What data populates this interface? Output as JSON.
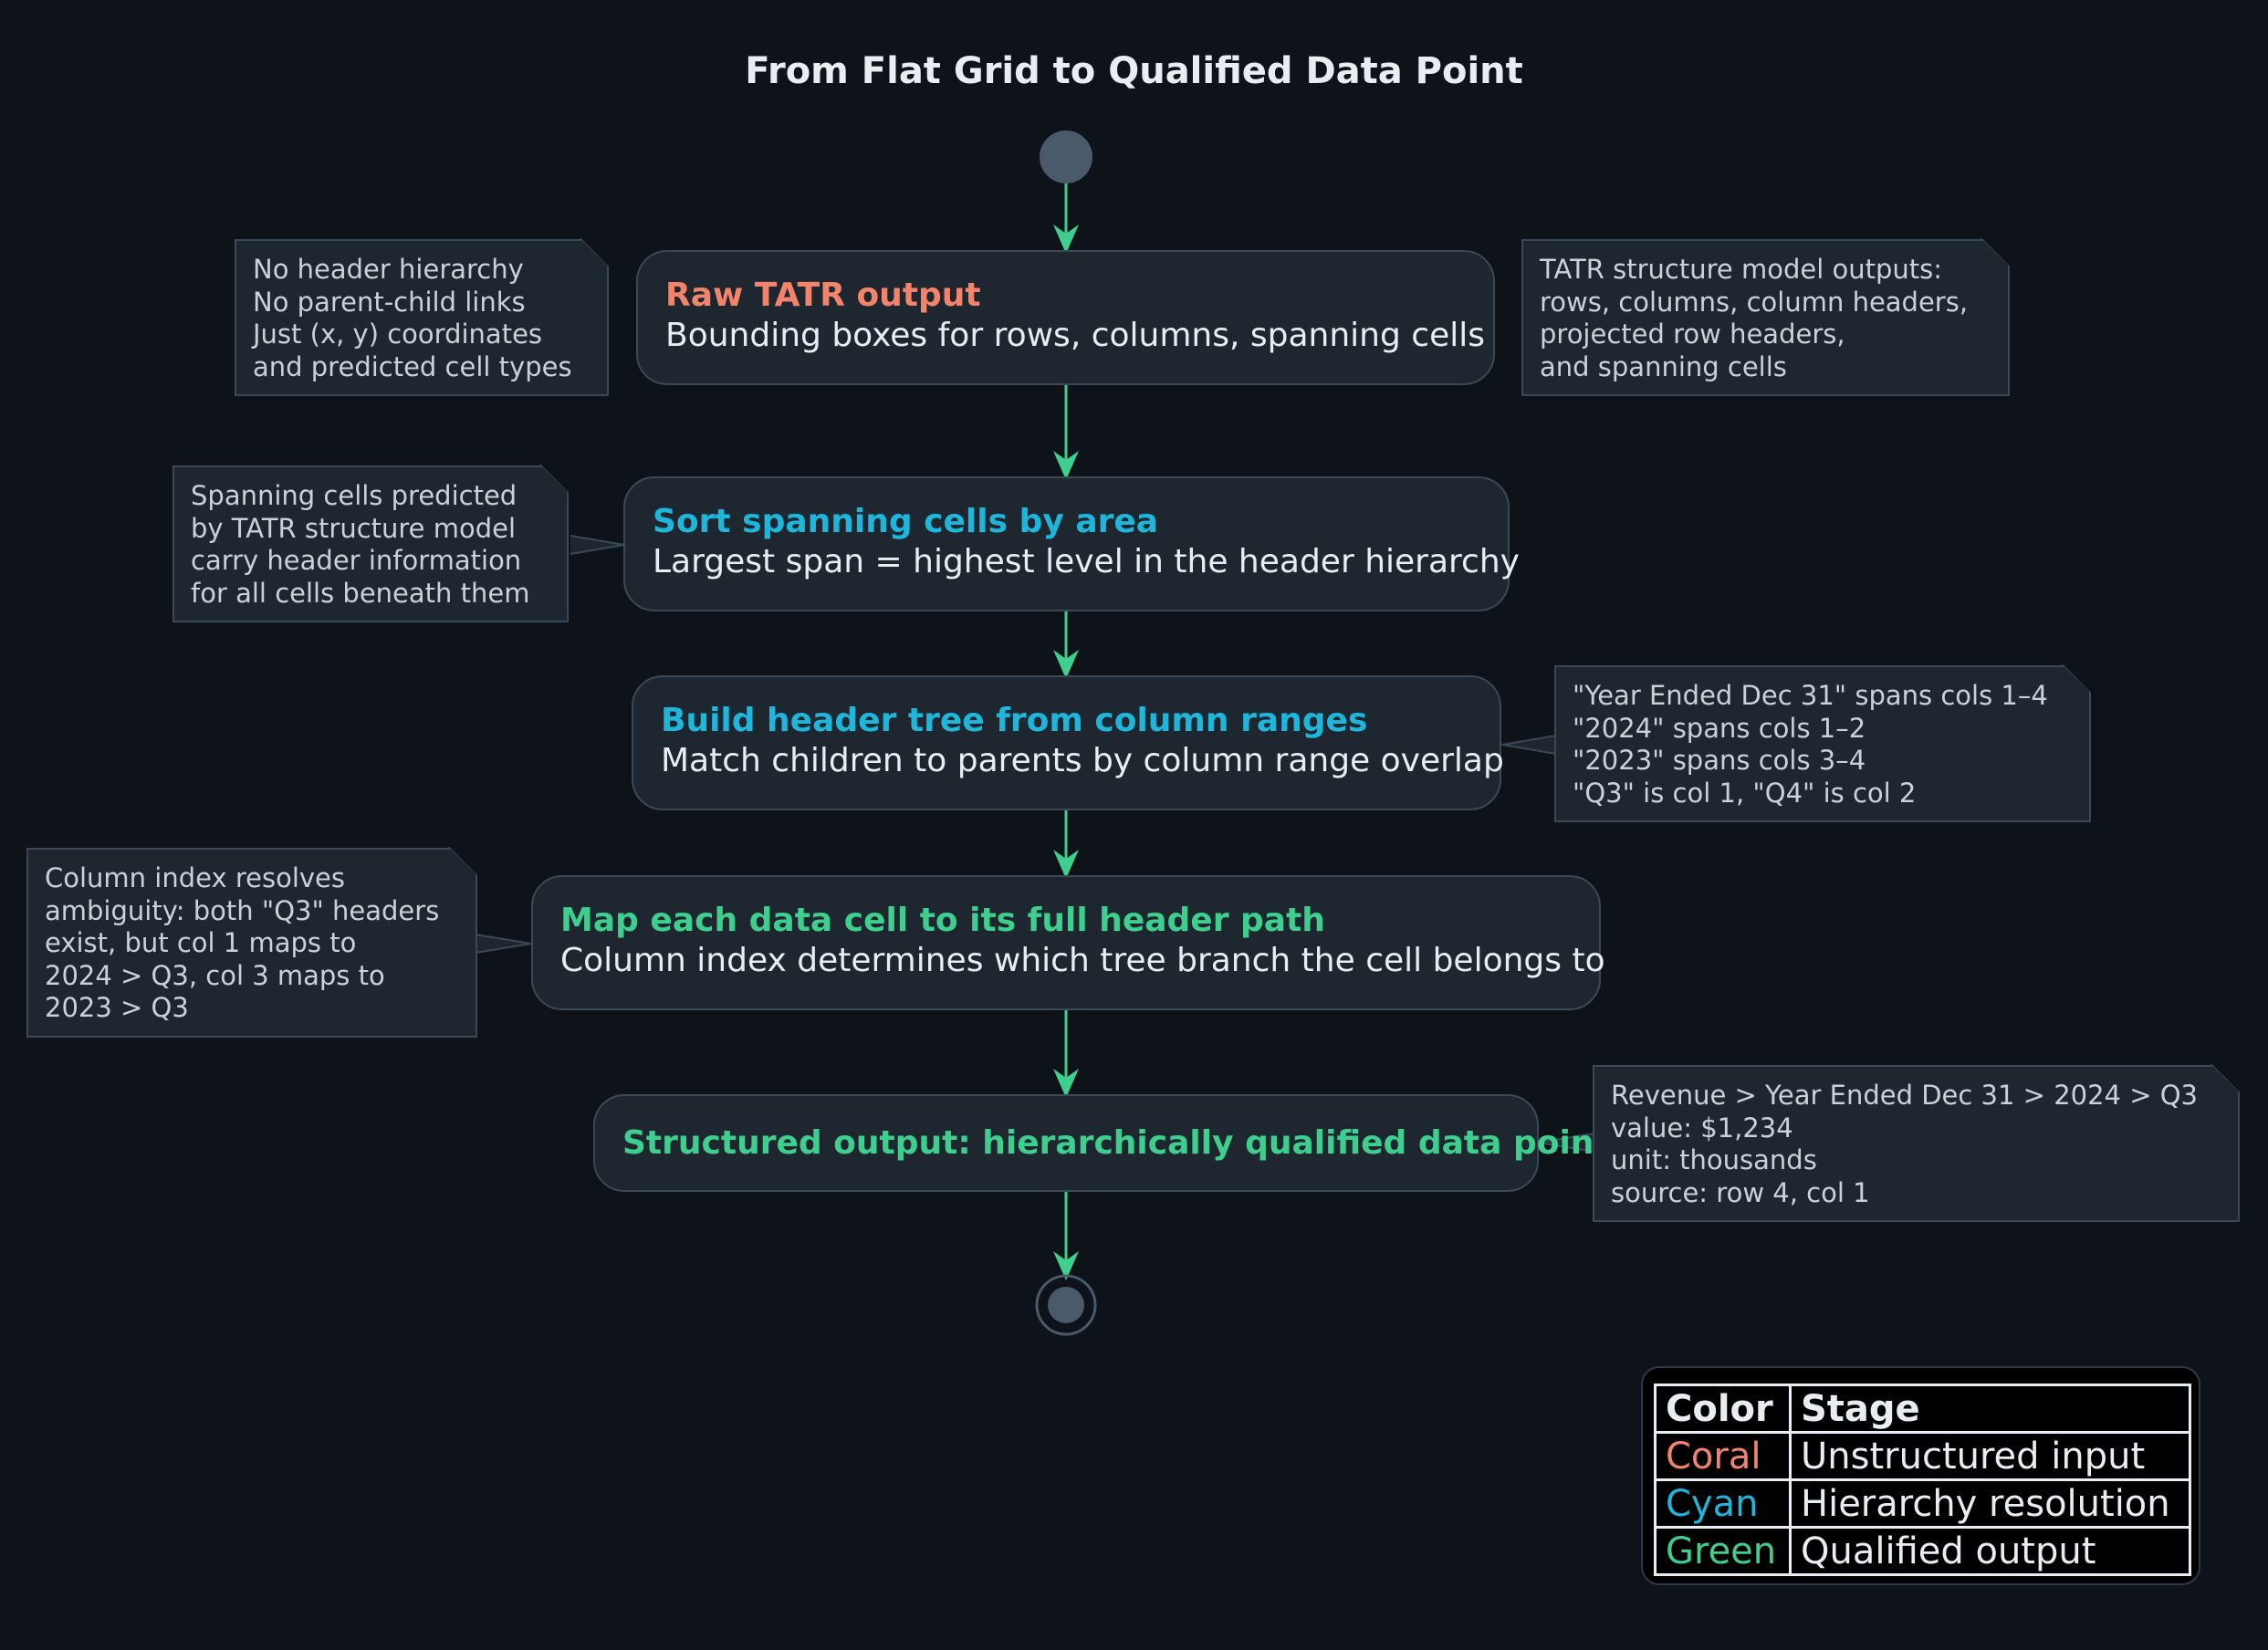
{
  "title": "From Flat Grid to Qualified Data Point",
  "colors": {
    "coral": "#f2846b",
    "cyan": "#1fb6dc",
    "green": "#3ecf8e",
    "node_fill": "#1e2730",
    "node_border": "#3b4956",
    "background": "#0e131a"
  },
  "nodes": [
    {
      "heading": "Raw TATR output",
      "body": "Bounding boxes for rows, columns, spanning cells",
      "color": "coral"
    },
    {
      "heading": "Sort spanning cells by area",
      "body": "Largest span = highest level in the header hierarchy",
      "color": "cyan"
    },
    {
      "heading": "Build header tree from column ranges",
      "body": "Match children to parents by column range overlap",
      "color": "cyan"
    },
    {
      "heading": "Map each data cell to its full header path",
      "body": "Column index determines which tree branch the cell belongs to",
      "color": "green"
    },
    {
      "heading": "Structured output: hierarchically qualified data point",
      "color": "green"
    }
  ],
  "notes": [
    {
      "lines": [
        "No header hierarchy",
        "No parent-child links",
        "Just (x, y) coordinates",
        "and predicted cell types"
      ]
    },
    {
      "lines": [
        "TATR structure model outputs:",
        "rows, columns, column headers,",
        "projected row headers,",
        "and spanning cells"
      ]
    },
    {
      "lines": [
        "Spanning cells predicted",
        "by TATR structure model",
        "carry header information",
        "for all cells beneath them"
      ]
    },
    {
      "lines": [
        "\"Year Ended Dec 31\" spans cols 1–4",
        "\"2024\" spans cols 1–2",
        "\"2023\" spans cols 3–4",
        "\"Q3\" is col 1, \"Q4\" is col 2"
      ]
    },
    {
      "lines": [
        "Column index resolves",
        "ambiguity: both \"Q3\" headers",
        "exist, but col 1 maps to",
        "2024 > Q3, col 3 maps to",
        "2023 > Q3"
      ]
    },
    {
      "lines": [
        "Revenue > Year Ended Dec 31 > 2024 > Q3",
        "value: $1,234",
        "unit: thousands",
        "source: row 4, col 1"
      ]
    }
  ],
  "legend": {
    "header": {
      "color": "Color",
      "stage": "Stage"
    },
    "rows": [
      {
        "color": "Coral",
        "stage": "Unstructured input",
        "swatch": "coral"
      },
      {
        "color": "Cyan",
        "stage": "Hierarchy resolution",
        "swatch": "cyan"
      },
      {
        "color": "Green",
        "stage": "Qualified output",
        "swatch": "green"
      }
    ]
  }
}
